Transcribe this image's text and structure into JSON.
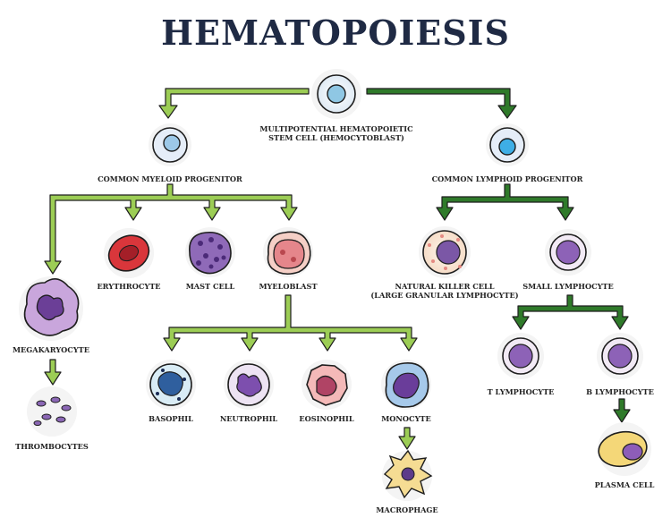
{
  "title": "HEMATOPOIESIS",
  "colors": {
    "arrow_light": "#9ccd55",
    "arrow_dark": "#2f7a2a",
    "outline": "#1e1e1e"
  },
  "nodes": {
    "stem": "MULTIPOTENTIAL HEMATOPOIETIC\nSTEM CELL (HEMOCYTOBLAST)",
    "myeloid": "COMMON MYELOID PROGENITOR",
    "lymphoid": "COMMON LYMPHOID PROGENITOR",
    "megakaryocyte": "MEGAKARYOCYTE",
    "thrombocytes": "THROMBOCYTES",
    "erythrocyte": "ERYTHROCYTE",
    "mast_cell": "MAST CELL",
    "myeloblast": "MYELOBLAST",
    "basophil": "BASOPHIL",
    "neutrophil": "NEUTROPHIL",
    "eosinophil": "EOSINOPHIL",
    "monocyte": "MONOCYTE",
    "macrophage": "MACROPHAGE",
    "nk_cell": "NATURAL KILLER CELL\n(LARGE GRANULAR LYMPHOCYTE)",
    "small_lymphocyte": "SMALL LYMPHOCYTE",
    "t_lymphocyte": "T LYMPHOCYTE",
    "b_lymphocyte": "B LYMPHOCYTE",
    "plasma_cell": "PLASMA CELL"
  }
}
